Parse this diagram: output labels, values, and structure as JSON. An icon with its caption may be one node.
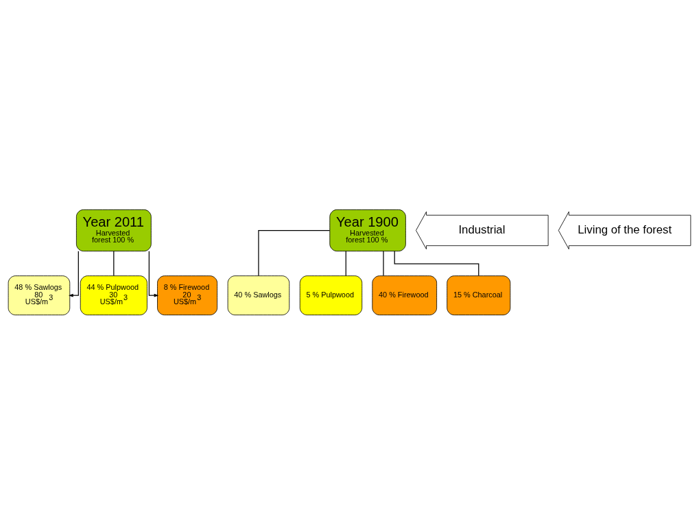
{
  "diagram": {
    "nodes": [
      {
        "text": [
          "Year 2011",
          "Harvested forest 100 %"
        ]
      },
      {
        "text": [
          "48 % Sawlogs 80 US$/m$^{3}$"
        ]
      },
      {
        "text": [
          "44 % Pulpwood 30 US$/m$^{3}$"
        ]
      },
      {
        "text": [
          "8 % Firewood 20 US$/m$^{3}$"
        ]
      },
      {
        "text": [
          "Year 1900",
          "Harvested forest 100 %"
        ]
      },
      {
        "text": [
          "40 % Sawlogs"
        ]
      },
      {
        "text": [
          "5 % Pulpwood"
        ]
      },
      {
        "text": [
          "40 % Firewood"
        ]
      },
      {
        "text": [
          "15 % Charcoal"
        ]
      },
      {
        "text": [
          "Industrial"
        ]
      },
      {
        "text": [
          "Living of the forest"
        ]
      }
    ],
    "edges": [
      {
        "from": 0,
        "to": 1,
        "arrow": "to"
      },
      {
        "from": 0,
        "to": 2,
        "arrow": "none"
      },
      {
        "from": 0,
        "to": 3,
        "arrow": "to"
      },
      {
        "from": 4,
        "to": 5,
        "arrow": "none"
      },
      {
        "from": 4,
        "to": 6,
        "arrow": "none"
      },
      {
        "from": 4,
        "to": 7,
        "arrow": "none"
      },
      {
        "from": 4,
        "to": 8,
        "arrow": "none"
      }
    ]
  }
}
